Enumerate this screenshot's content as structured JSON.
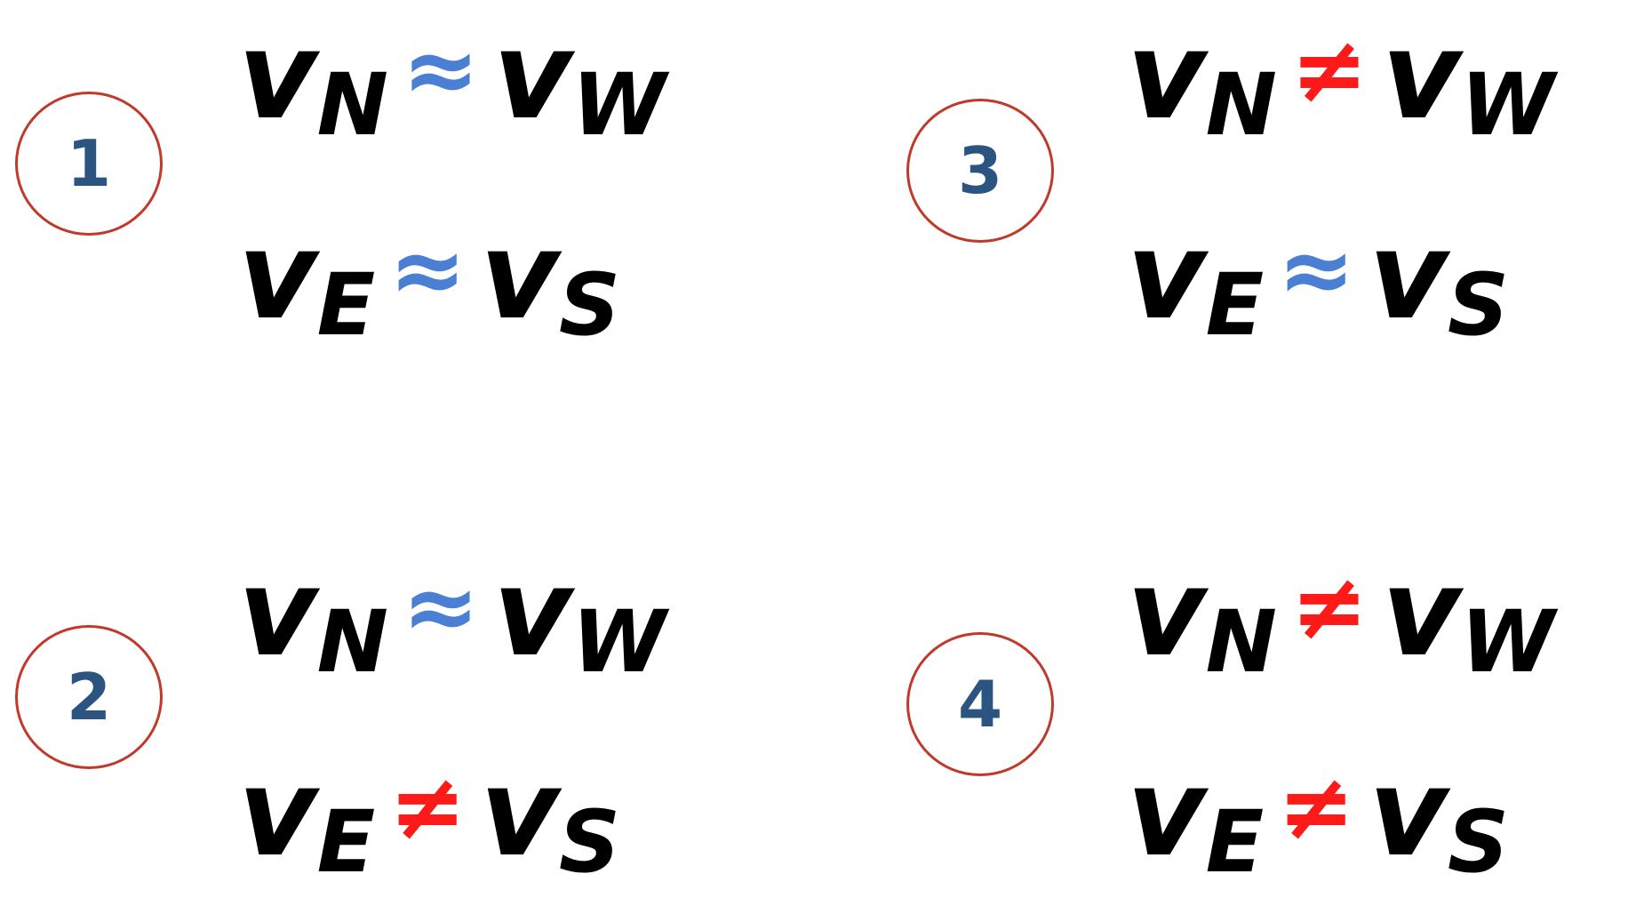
{
  "colors": {
    "approx": "#4a7fd4",
    "neq": "#ff1a1a",
    "circle": "#c0392b",
    "number": "#2b5580",
    "variable": "#000000"
  },
  "cases": [
    {
      "number": "1",
      "line1": {
        "left_var": "v",
        "left_sub": "N",
        "relation": "≈",
        "relation_type": "approx",
        "right_var": "v",
        "right_sub": "W"
      },
      "line2": {
        "left_var": "v",
        "left_sub": "E",
        "relation": "≈",
        "relation_type": "approx",
        "right_var": "v",
        "right_sub": "S"
      }
    },
    {
      "number": "2",
      "line1": {
        "left_var": "v",
        "left_sub": "N",
        "relation": "≈",
        "relation_type": "approx",
        "right_var": "v",
        "right_sub": "W"
      },
      "line2": {
        "left_var": "v",
        "left_sub": "E",
        "relation": "≠",
        "relation_type": "neq",
        "right_var": "v",
        "right_sub": "S"
      }
    },
    {
      "number": "3",
      "line1": {
        "left_var": "v",
        "left_sub": "N",
        "relation": "≠",
        "relation_type": "neq",
        "right_var": "v",
        "right_sub": "W"
      },
      "line2": {
        "left_var": "v",
        "left_sub": "E",
        "relation": "≈",
        "relation_type": "approx",
        "right_var": "v",
        "right_sub": "S"
      }
    },
    {
      "number": "4",
      "line1": {
        "left_var": "v",
        "left_sub": "N",
        "relation": "≠",
        "relation_type": "neq",
        "right_var": "v",
        "right_sub": "W"
      },
      "line2": {
        "left_var": "v",
        "left_sub": "E",
        "relation": "≠",
        "relation_type": "neq",
        "right_var": "v",
        "right_sub": "S"
      }
    }
  ]
}
